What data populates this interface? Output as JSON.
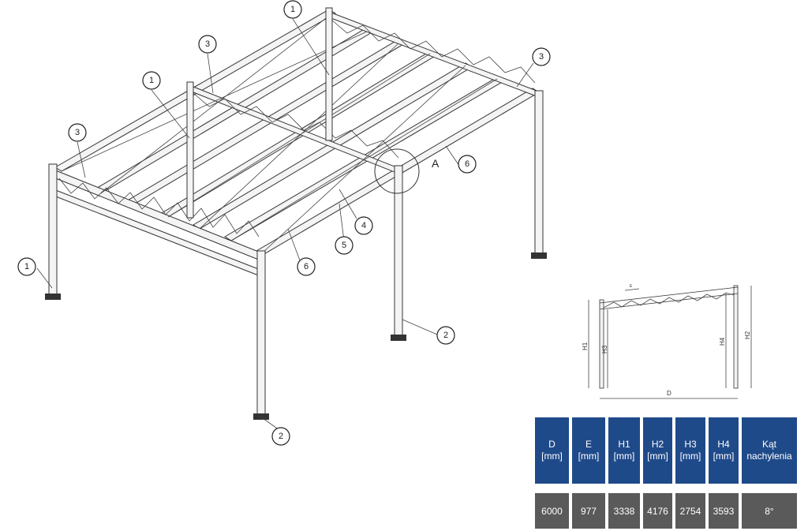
{
  "callouts": [
    {
      "label": "1"
    },
    {
      "label": "3"
    },
    {
      "label": "1"
    },
    {
      "label": "3"
    },
    {
      "label": "3"
    },
    {
      "label": "6"
    },
    {
      "label": "4"
    },
    {
      "label": "5"
    },
    {
      "label": "6"
    },
    {
      "label": "1"
    },
    {
      "label": "2"
    },
    {
      "label": "2"
    }
  ],
  "detail_label": "A",
  "side_view": {
    "labels": {
      "h1": "H1",
      "h3": "H3",
      "h4": "H4",
      "h2": "H2",
      "d": "D",
      "e": "E"
    }
  },
  "table": {
    "headers": [
      {
        "name": "D",
        "unit": "[mm]"
      },
      {
        "name": "E",
        "unit": "[mm]"
      },
      {
        "name": "H1",
        "unit": "[mm]"
      },
      {
        "name": "H2",
        "unit": "[mm]"
      },
      {
        "name": "H3",
        "unit": "[mm]"
      },
      {
        "name": "H4",
        "unit": "[mm]"
      },
      {
        "name": "Kąt",
        "unit": "nachylenia"
      }
    ],
    "values": [
      "6000",
      "977",
      "3338",
      "4176",
      "2754",
      "3593",
      "8°"
    ]
  },
  "colors": {
    "header_bg": "#1f4a8a",
    "value_bg": "#5a5a5a",
    "line": "#333333"
  }
}
